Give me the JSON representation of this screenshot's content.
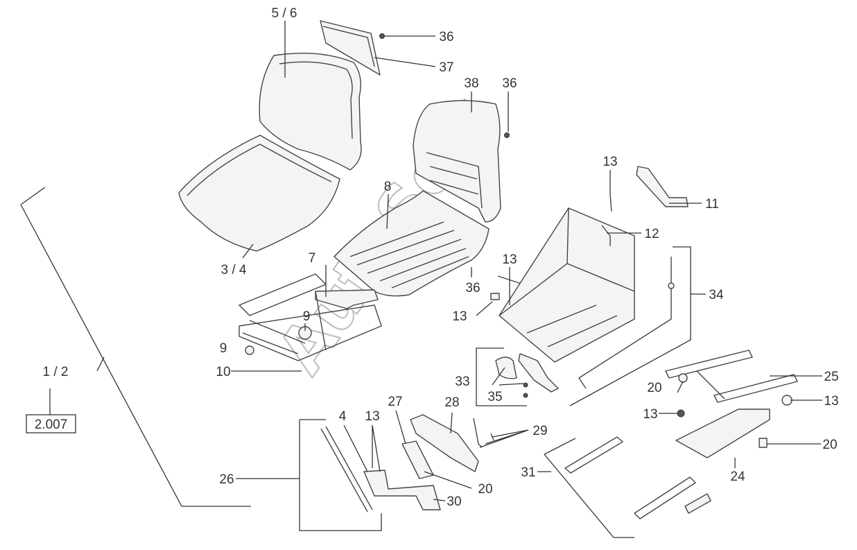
{
  "watermark": "AutoSoft",
  "colors": {
    "line": "#333333",
    "part": "#444444",
    "watermark": "#bdbdbd",
    "background": "#ffffff"
  },
  "ref_box": "2.007",
  "labels": {
    "l_5_6": "5 / 6",
    "l_36a": "36",
    "l_37": "37",
    "l_38": "38",
    "l_36b": "36",
    "l_13a": "13",
    "l_11": "11",
    "l_12": "12",
    "l_8": "8",
    "l_3_4": "3 / 4",
    "l_7": "7",
    "l_36c": "36",
    "l_13b": "13",
    "l_13c": "13",
    "l_34": "34",
    "l_9a": "9",
    "l_9b": "9",
    "l_10": "10",
    "l_1_2": "1 / 2",
    "l_33": "33",
    "l_35": "35",
    "l_20a": "20",
    "l_25": "25",
    "l_13d": "13",
    "l_13e": "13",
    "l_20b": "20",
    "l_24": "24",
    "l_4": "4",
    "l_13f": "13",
    "l_27": "27",
    "l_28": "28",
    "l_29": "29",
    "l_26": "26",
    "l_20c": "20",
    "l_30": "30",
    "l_31": "31"
  }
}
